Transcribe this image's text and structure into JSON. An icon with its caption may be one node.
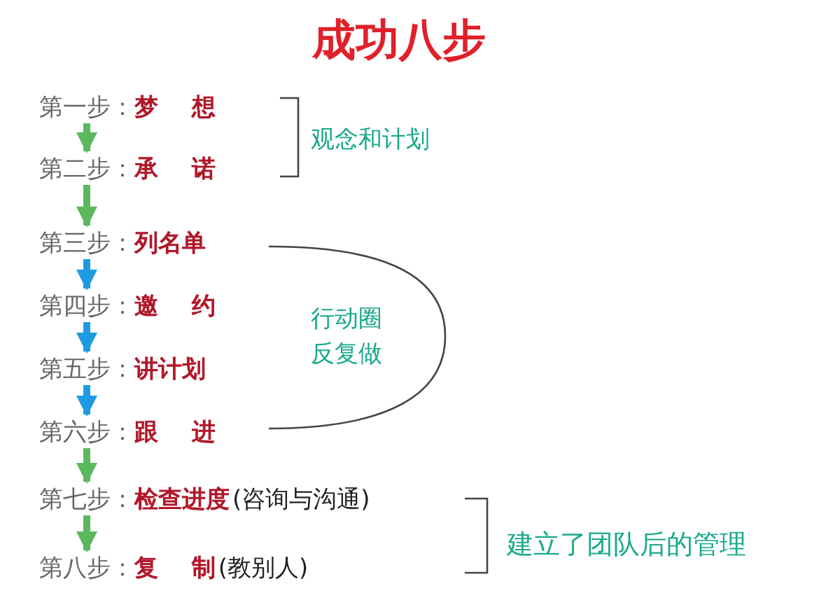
{
  "diagram": {
    "title": "成功八步",
    "nodes": [
      {
        "text": [
          "第一步：",
          "梦 想"
        ]
      },
      {
        "text": [
          "第二步：",
          "承 诺"
        ]
      },
      {
        "text": [
          "第三步：",
          "列名单"
        ]
      },
      {
        "text": [
          "第四步：",
          "邀 约"
        ]
      },
      {
        "text": [
          "第五步：",
          "讲计划"
        ]
      },
      {
        "text": [
          "第六步：",
          "跟 进"
        ]
      },
      {
        "text": [
          "第七步：",
          "检查进度",
          "(咨询与沟通)"
        ]
      },
      {
        "text": [
          "第八步：",
          "复 制",
          "(教别人)"
        ]
      }
    ],
    "edges": [
      {
        "from": 0,
        "to": 1,
        "arrow": "to"
      },
      {
        "from": 1,
        "to": 2,
        "arrow": "to"
      },
      {
        "from": 2,
        "to": 3,
        "arrow": "to",
        "color": "#1e9be0"
      },
      {
        "from": 3,
        "to": 4,
        "arrow": "to",
        "color": "#1e9be0"
      },
      {
        "from": 4,
        "to": 5,
        "arrow": "to",
        "color": "#1e9be0"
      },
      {
        "from": 5,
        "to": 6,
        "arrow": "to"
      },
      {
        "from": 6,
        "to": 7,
        "arrow": "to"
      }
    ],
    "labels": [
      "观念和计划",
      "行动圈",
      "反复做",
      "建立了团队后的管理"
    ]
  }
}
